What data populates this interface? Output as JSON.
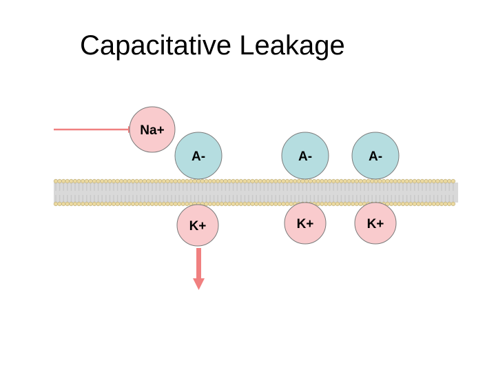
{
  "slide": {
    "title": "Capacitative Leakage"
  },
  "ions": {
    "sodium": "Na+",
    "anion_1": "A-",
    "anion_2": "A-",
    "anion_3": "A-",
    "potassium_1": "K+",
    "potassium_2": "K+",
    "potassium_3": "K+"
  },
  "colors": {
    "cation_fill": "#f9cbcd",
    "anion_fill": "#b5dde0",
    "arrow": "#f08080",
    "membrane_head": "#ebd9a0",
    "membrane_tail": "#c8c8c8"
  }
}
